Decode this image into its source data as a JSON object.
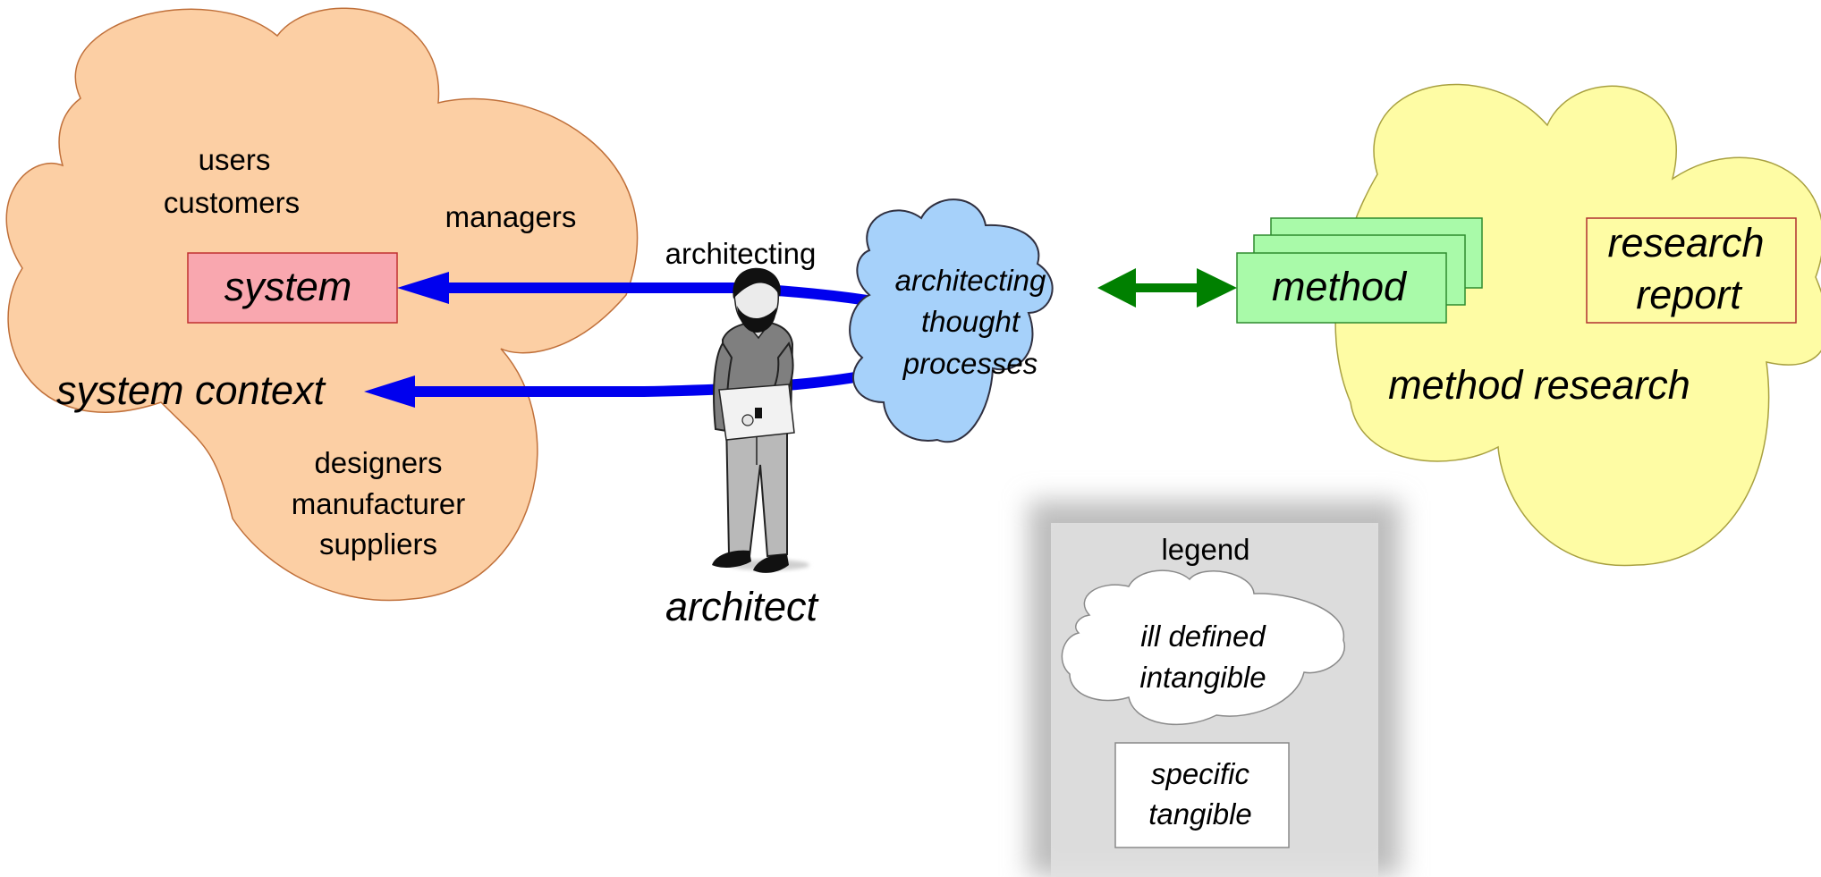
{
  "system_context_cloud": {
    "title": "system context",
    "fill": "#FCCFA4",
    "stakeholders": {
      "top": [
        "users",
        "customers"
      ],
      "right": "managers",
      "bottom": [
        "designers",
        "manufacturer",
        "suppliers"
      ]
    },
    "system_box": {
      "label": "system",
      "fill": "#F9A7AF"
    }
  },
  "architect": {
    "label": "architect",
    "activity": "architecting"
  },
  "thought_cloud": {
    "lines": [
      "architecting",
      "thought",
      "processes"
    ],
    "fill": "#A6D1FA"
  },
  "method_stack": {
    "label": "method",
    "fill": "#A9FAA9"
  },
  "research_cloud": {
    "title": "method research",
    "fill": "#FEFCA4",
    "report": {
      "lines": [
        "research",
        "report"
      ],
      "fill": "#FEFCA4"
    }
  },
  "legend": {
    "title": "legend",
    "ill_defined": [
      "ill defined",
      "intangible"
    ],
    "specific": [
      "specific",
      "tangible"
    ]
  },
  "colors": {
    "arrow_blue": "#0000EE",
    "arrow_green": "#008000"
  }
}
